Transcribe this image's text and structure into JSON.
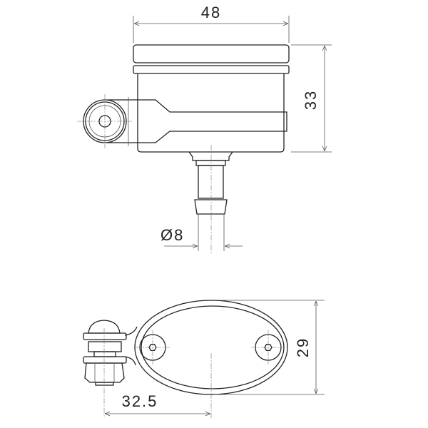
{
  "title": "",
  "dimensions": {
    "width_top": "48",
    "height_side": "33",
    "nozzle_diameter": "Ø8",
    "oval_height": "29",
    "mount_offset": "32.5"
  },
  "colors": {
    "line": "#222222",
    "dimension_line": "#555555"
  }
}
